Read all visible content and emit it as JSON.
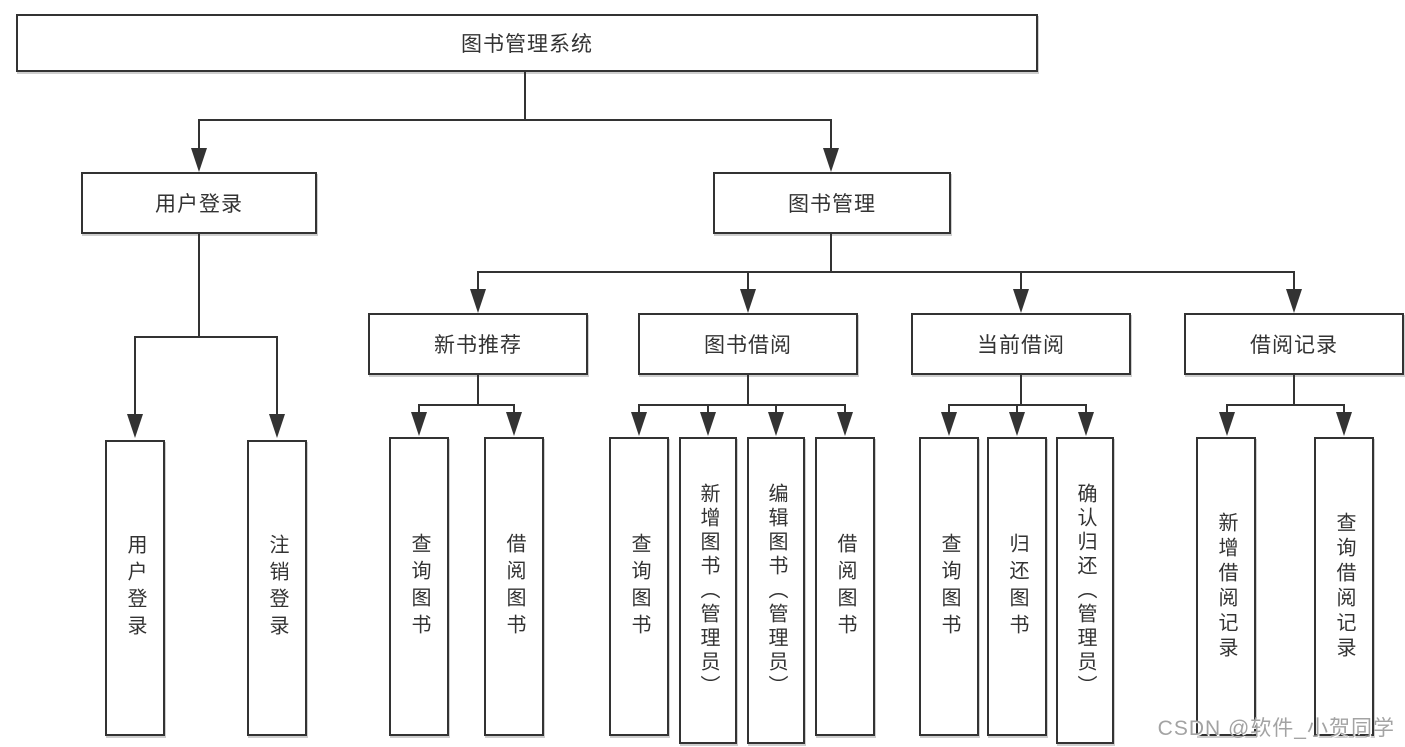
{
  "diagram": {
    "root": {
      "label": "图书管理系统"
    },
    "user": {
      "label": "用户登录",
      "children": [
        {
          "label": "用户登录"
        },
        {
          "label": "注销登录"
        }
      ]
    },
    "book": {
      "label": "图书管理",
      "sections": [
        {
          "label": "新书推荐",
          "children": [
            {
              "label": "查询图书"
            },
            {
              "label": "借阅图书"
            }
          ]
        },
        {
          "label": "图书借阅",
          "children": [
            {
              "label": "查询图书"
            },
            {
              "label": "新增图书（管理员）"
            },
            {
              "label": "编辑图书（管理员）"
            },
            {
              "label": "借阅图书"
            }
          ]
        },
        {
          "label": "当前借阅",
          "children": [
            {
              "label": "查询图书"
            },
            {
              "label": "归还图书"
            },
            {
              "label": "确认归还（管理员）"
            }
          ]
        },
        {
          "label": "借阅记录",
          "children": [
            {
              "label": "新增借阅记录"
            },
            {
              "label": "查询借阅记录"
            }
          ]
        }
      ]
    }
  },
  "watermark": {
    "text": "CSDN @软件_小贺同学"
  },
  "colors": {
    "line": "#333333",
    "text": "#333333",
    "background": "#ffffff",
    "watermark": "#a3a3a3"
  }
}
